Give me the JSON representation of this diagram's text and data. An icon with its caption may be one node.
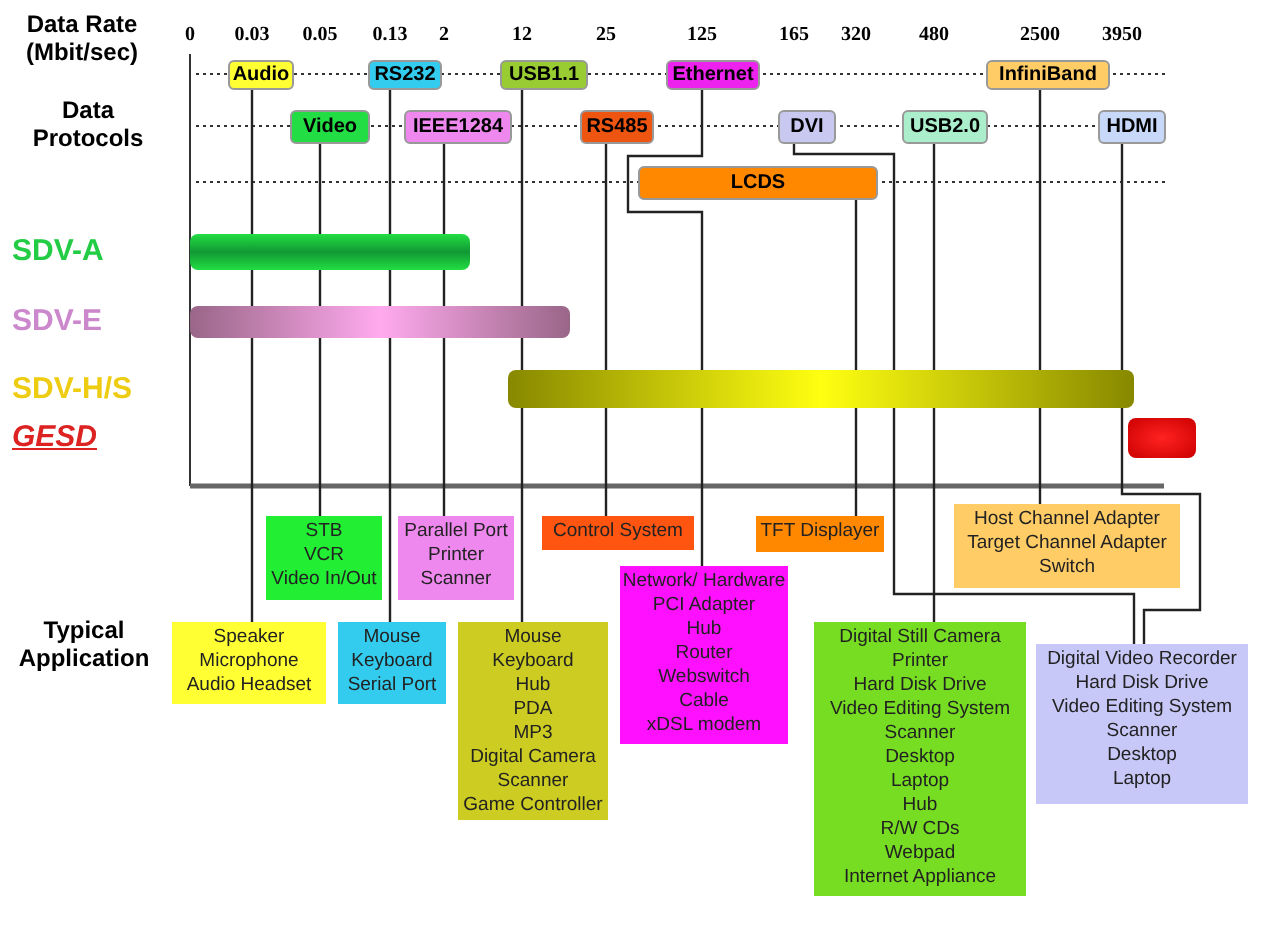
{
  "diagram": {
    "nodes": [
      {
        "text": [
          "Audio"
        ]
      },
      {
        "text": [
          "RS232"
        ]
      },
      {
        "text": [
          "USB1.1"
        ]
      },
      {
        "text": [
          "Ethernet"
        ]
      },
      {
        "text": [
          "InfiniBand"
        ]
      },
      {
        "text": [
          "Video"
        ]
      },
      {
        "text": [
          "IEEE1284"
        ]
      },
      {
        "text": [
          "RS485"
        ]
      },
      {
        "text": [
          "DVI"
        ]
      },
      {
        "text": [
          "USB2.0"
        ]
      },
      {
        "text": [
          "HDMI"
        ]
      },
      {
        "text": [
          "LCDS"
        ]
      },
      {
        "text": [
          "STB",
          "VCR",
          "Video In/Out"
        ]
      },
      {
        "text": [
          "Parallel Port",
          "Printer",
          "Scanner"
        ]
      },
      {
        "text": [
          "Control System"
        ]
      },
      {
        "text": [
          "TFT Displayer"
        ]
      },
      {
        "text": [
          "Host Channel Adapter",
          "Target Channel Adapter",
          "Switch"
        ]
      },
      {
        "text": [
          "Speaker",
          "Microphone",
          "Audio Headset"
        ]
      },
      {
        "text": [
          "Mouse",
          "Keyboard",
          "Serial Port"
        ]
      },
      {
        "text": [
          "Mouse",
          "Keyboard",
          "Hub",
          "PDA",
          "MP3",
          "Digital Camera",
          "Scanner",
          "Game Controller"
        ]
      },
      {
        "text": [
          "Network/ Hardware",
          "PCI Adapter",
          "Hub",
          "Router",
          "Webswitch",
          "Cable",
          "xDSL modem"
        ]
      },
      {
        "text": [
          "Digital Still Camera",
          "Printer",
          "Hard Disk Drive",
          "Video Editing System",
          "Scanner",
          "Desktop",
          "Laptop",
          "Hub",
          "R/W CDs",
          "Webpad",
          "Internet Appliance"
        ]
      },
      {
        "text": [
          "Digital Video Recorder",
          "Hard Disk Drive",
          "Video Editing System",
          "Scanner",
          "Desktop",
          "Laptop"
        ]
      }
    ],
    "edges": [
      {
        "from": 0,
        "to": 17,
        "arrow": "none"
      },
      {
        "from": 5,
        "to": 12,
        "arrow": "none"
      },
      {
        "from": 1,
        "to": 18,
        "arrow": "none"
      },
      {
        "from": 6,
        "to": 13,
        "arrow": "none"
      },
      {
        "from": 2,
        "to": 19,
        "arrow": "none"
      },
      {
        "from": 7,
        "to": 14,
        "arrow": "none"
      },
      {
        "from": 3,
        "to": 20,
        "arrow": "none"
      },
      {
        "from": 11,
        "to": 15,
        "arrow": "none"
      },
      {
        "from": 9,
        "to": 21,
        "arrow": "none"
      },
      {
        "from": 4,
        "to": 16,
        "arrow": "none"
      },
      {
        "from": 8,
        "to": 22,
        "arrow": "none"
      },
      {
        "from": 10,
        "to": 22,
        "arrow": "none"
      }
    ],
    "labels": [
      "Data Rate (Mbit/sec)",
      "0",
      "0.03",
      "0.05",
      "0.13",
      "2",
      "12",
      "25",
      "125",
      "165",
      "320",
      "480",
      "2500",
      "3950",
      "Data Protocols",
      "SDV-A",
      "SDV-E",
      "SDV-H/S",
      "GESD",
      "Typical Application"
    ]
  }
}
